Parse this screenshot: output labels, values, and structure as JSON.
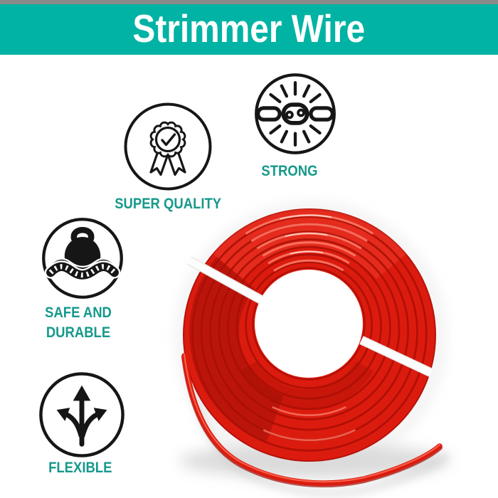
{
  "banner": {
    "title": "Strimmer Wire"
  },
  "features": [
    {
      "label": "SUPER QUALITY",
      "icon": "medal-check-icon"
    },
    {
      "label": "STRONG",
      "icon": "chain-link-icon"
    },
    {
      "label_lines": [
        "SAFE AND",
        "DURABLE"
      ],
      "icon": "kettlebell-cushion-icon"
    },
    {
      "label": "FLEXIBLE",
      "icon": "branch-arrows-icon"
    }
  ],
  "colors": {
    "banner_teal": "#00b3a4",
    "top_strip_gray": "#8a8a8a",
    "title_white": "#ffffff",
    "label_teal": "#16998c",
    "icon_black": "#161616",
    "wire_red": "#dc1b0f",
    "wire_dark_red": "#a90f04",
    "wire_highlight": "#ff7e6b",
    "tie_white": "#fdfdfd"
  }
}
